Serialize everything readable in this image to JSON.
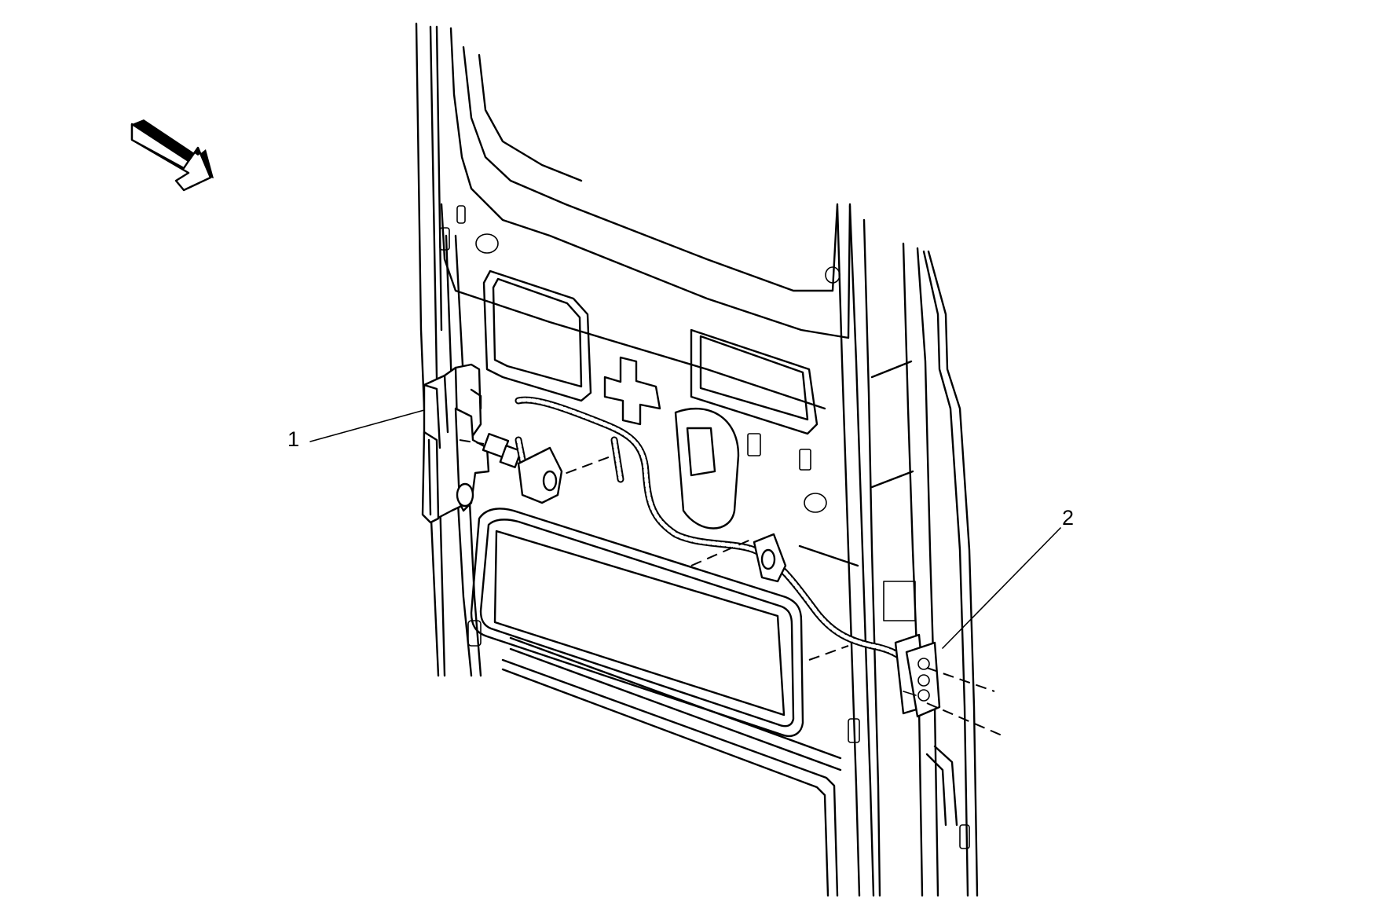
{
  "figure": {
    "callouts": [
      {
        "id": "1",
        "label": "1"
      },
      {
        "id": "2",
        "label": "2"
      }
    ],
    "icons": {
      "direction_arrow": "view-direction-arrow-icon"
    },
    "colors": {
      "line": "#000000",
      "background": "#ffffff"
    }
  }
}
